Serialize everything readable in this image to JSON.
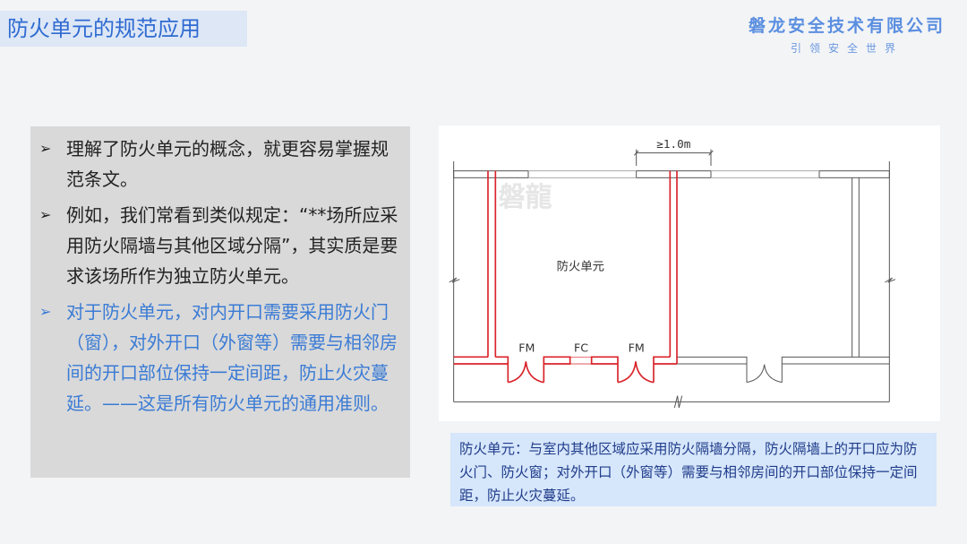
{
  "title": "防火单元的规范应用",
  "company": {
    "name": "磐龙安全技术有限公司",
    "slogan": "引领安全世界"
  },
  "bullets": [
    {
      "text": "理解了防火单元的概念，就更容易掌握规范条文。",
      "highlight": false
    },
    {
      "text": "例如，我们常看到类似规定：“**场所应采用防火隔墙与其他区域分隔”，其实质是要求该场所作为独立防火单元。",
      "highlight": false
    },
    {
      "text": "对于防火单元，对内开口需要采用防火门（窗），对外开口（外窗等）需要与相邻房间的开口部位保持一定间距，防止火灾蔓延。——这是所有防火单元的通用准则。",
      "highlight": true
    }
  ],
  "diagram": {
    "dimension": "≥1.0m",
    "room_label": "防火单元",
    "door1": "FM",
    "window": "FC",
    "door2": "FM",
    "watermark": "磐龍"
  },
  "note": "防火单元：与室内其他区域应采用防火隔墙分隔，防火隔墙上的开口应为防火门、防火窗；对外开口（外窗等）需要与相邻房间的开口部位保持一定间距，防止火灾蔓延。",
  "colors": {
    "accent": "#2f6bd1",
    "fire": "#d9232a"
  }
}
